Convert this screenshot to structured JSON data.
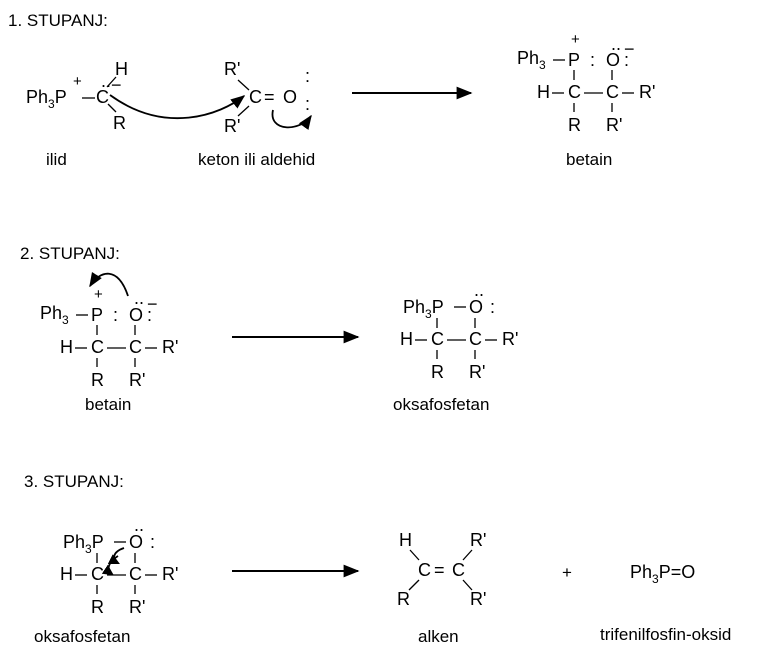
{
  "steps": [
    {
      "heading": "1. STUPANJ:"
    },
    {
      "heading": "2. STUPANJ:"
    },
    {
      "heading": "3. STUPANJ:"
    }
  ],
  "labels": {
    "ilid": "ilid",
    "keton": "keton ili aldehid",
    "betain1": "betain",
    "betain2": "betain",
    "oksafosfetan2": "oksafosfetan",
    "oksafosfetan3": "oksafosfetan",
    "alken": "alken",
    "tpo": "trifenilfosfin-oksid",
    "plus": "+"
  },
  "atoms": {
    "ph": "Ph",
    "three": "3",
    "p": "P",
    "c": "C",
    "h": "H",
    "r": "R",
    "rp": "R'",
    "o": "O",
    "colon": ":",
    "dots": "..",
    "plus": "+",
    "minus": "−",
    "bond_h": "−",
    "dbl": "=",
    "hc": "H−",
    "tpo_formula": "Ph3P=O"
  }
}
